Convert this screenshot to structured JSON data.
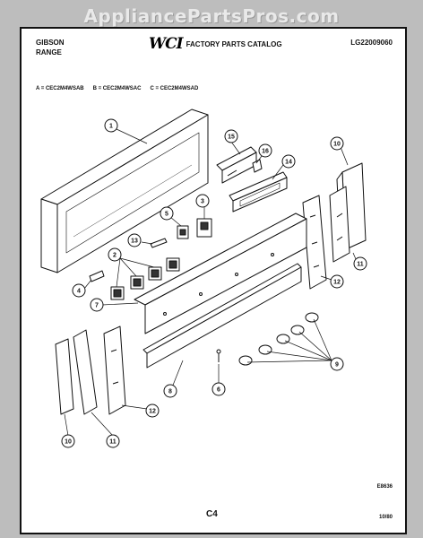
{
  "watermark": "AppliancePartsPros.com",
  "header": {
    "brand": "GIBSON",
    "product": "RANGE",
    "logo": "WCI",
    "catalog_title": "FACTORY PARTS CATALOG",
    "catalog_number": "LG22009060"
  },
  "models": [
    "A = CEC2M4WSAB",
    "B = CEC2M4WSAC",
    "C = CEC2M4WSAD"
  ],
  "callouts": [
    "1",
    "2",
    "3",
    "4",
    "5",
    "6",
    "7",
    "8",
    "9",
    "10",
    "11",
    "12",
    "13",
    "14",
    "15",
    "16"
  ],
  "footer": {
    "figure_code": "E8636",
    "page": "C4",
    "date": "10/80"
  }
}
